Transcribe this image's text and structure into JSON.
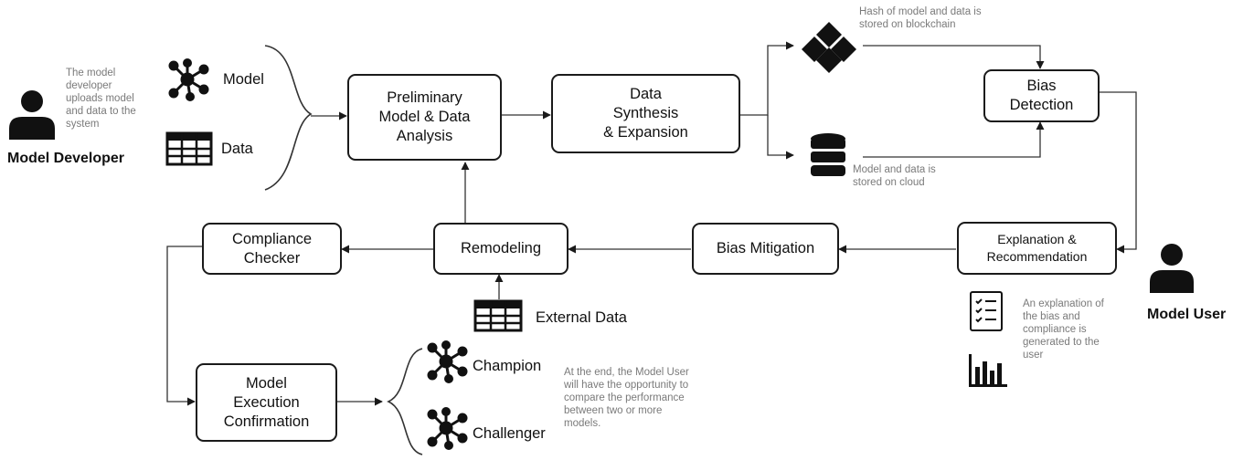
{
  "actors": {
    "developer": "Model Developer",
    "user": "Model User"
  },
  "inputs": {
    "model": "Model",
    "data": "Data",
    "external_data": "External Data",
    "champion": "Champion",
    "challenger": "Challenger"
  },
  "boxes": {
    "preliminary": "Preliminary\nModel & Data\nAnalysis",
    "synthesis": "Data\nSynthesis\n& Expansion",
    "bias_detection": "Bias\nDetection",
    "explanation": "Explanation &\nRecommendation",
    "bias_mitigation": "Bias Mitigation",
    "remodeling": "Remodeling",
    "compliance": "Compliance\nChecker",
    "execution": "Model\nExecution\nConfirmation"
  },
  "notes": {
    "developer": "The model\ndeveloper\nuploads model\nand data to the\nsystem",
    "blockchain": "Hash of model and data is\nstored on blockchain",
    "cloud": "Model and data is\nstored on cloud",
    "explanation": "An explanation of\nthe bias and\ncompliance is\ngenerated to the\nuser",
    "end": "At the end, the Model User\nwill have the opportunity to\ncompare the performance\nbetween two or more\nmodels."
  },
  "icons": {
    "person": "person-icon",
    "network": "network-node-icon",
    "table": "table-icon",
    "blockchain": "blockchain-icon",
    "database": "database-icon",
    "checklist": "checklist-icon",
    "bar_chart": "bar-chart-icon"
  },
  "colors": {
    "stroke": "#1a1a1a",
    "note_text": "#7a7a7a"
  }
}
